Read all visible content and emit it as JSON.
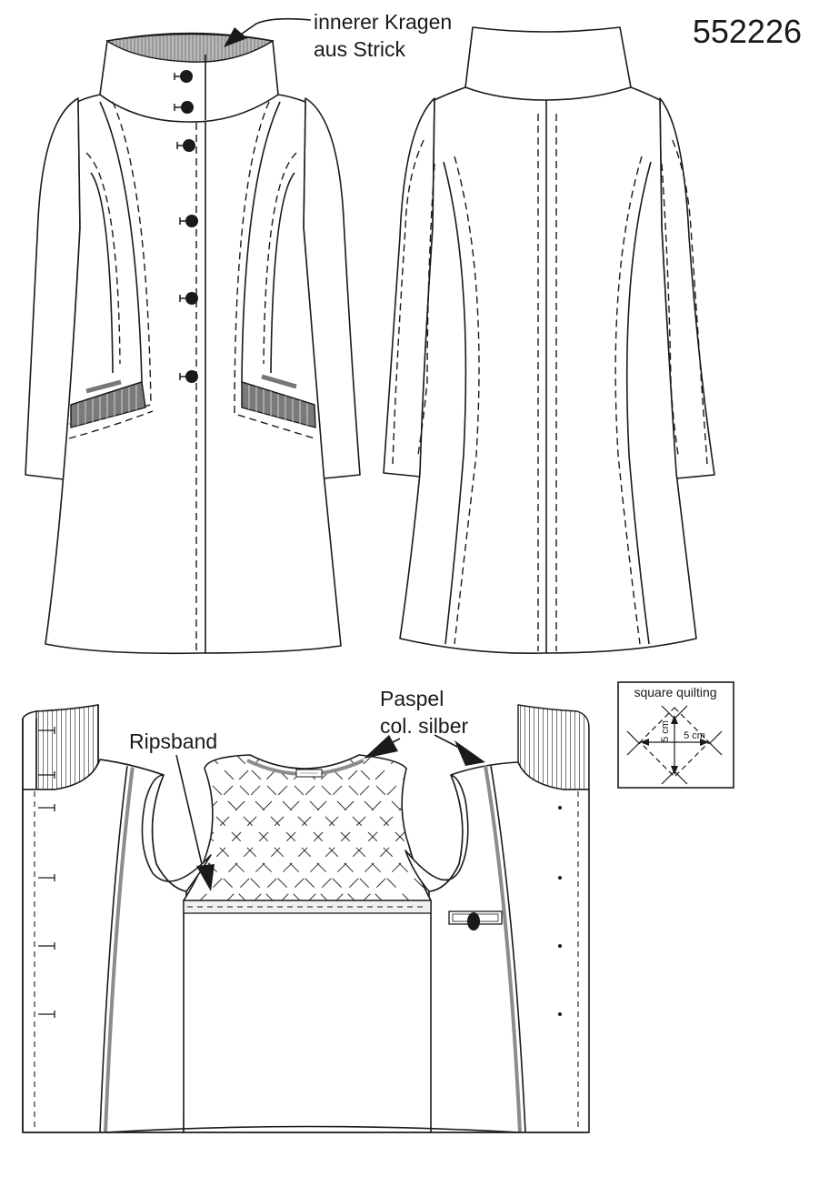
{
  "sheet": {
    "model_number": "552226",
    "label_collar": {
      "line1": "innerer Kragen",
      "line2": "aus Strick"
    },
    "label_ripsband": "Ripsband",
    "label_piping": {
      "line1": "Paspel",
      "line2": "col. silber"
    },
    "quilting_box": {
      "title": "square quilting",
      "dim_horizontal": "5 cm",
      "dim_vertical": "5 cm"
    }
  },
  "colors": {
    "line": "#1a1a1a",
    "rib_fill": "#7a7a7a",
    "piping": "#8c8c8c",
    "paper": "#ffffff"
  }
}
